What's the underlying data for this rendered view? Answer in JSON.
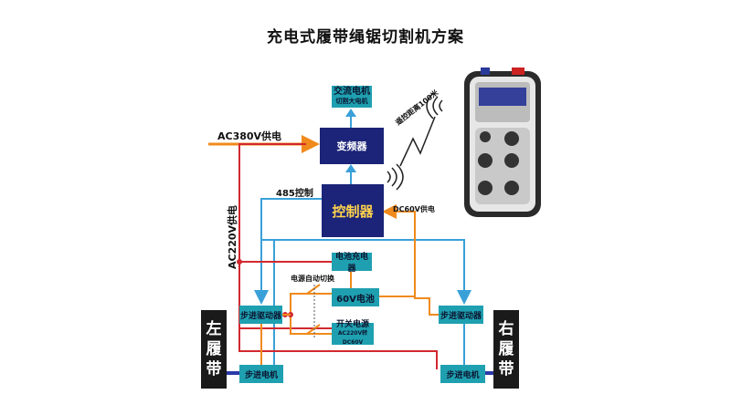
{
  "title": "充电式履带绳锯切割机方案",
  "motor_box": {
    "line1": "交流电机",
    "line2": "切割大电机"
  },
  "inverter": "变频器",
  "controller": "控制器",
  "ac380_label": "AC380V供电",
  "ac220_label": "AC220V供电",
  "rs485_label": "485控制",
  "dc60_label": "DC60V供电",
  "remote_distance": "遥控距离100米",
  "battery_charger": "电池充电器",
  "battery_60v": "60V电池",
  "auto_switch_label": "电源自动切换",
  "switch_psu": {
    "line1": "开关电源",
    "line2": "AC220V转DC60V"
  },
  "left_driver": "步进驱动器",
  "right_driver": "步进驱动器",
  "left_motor": "步进电机",
  "right_motor": "步进电机",
  "left_track": [
    "左",
    "履",
    "带"
  ],
  "right_track": [
    "右",
    "履",
    "带"
  ],
  "colors": {
    "teal": "#1fa0b0",
    "navy": "#1b2478",
    "orange": "#f08a1c",
    "red": "#d2282f",
    "blue": "#3aa0d8"
  },
  "remote_icon": "handheld-remote-icon"
}
